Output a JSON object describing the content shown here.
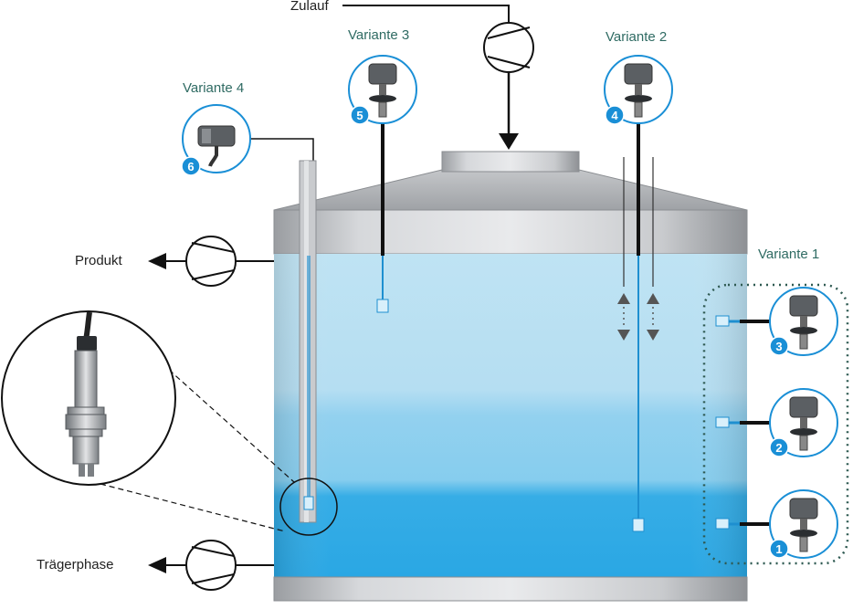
{
  "labels": {
    "zulauf": "Zulauf",
    "produkt": "Produkt",
    "traegerphase": "Trägerphase"
  },
  "variants": {
    "v1": "Variante 1",
    "v2": "Variante 2",
    "v3": "Variante 3",
    "v4": "Variante 4"
  },
  "badges": {
    "b1": "1",
    "b2": "2",
    "b3": "3",
    "b4": "4",
    "b5": "5",
    "b6": "6"
  },
  "colors": {
    "accent_badge": "#1a8fd6",
    "circle_stroke": "#1a8fd6",
    "dotted_frame": "#2f5a52",
    "tank_steel": "#b9bcc0",
    "liquid_light": "#bfe3f3",
    "liquid_mid": "#8fd0ee",
    "liquid_dark": "#29a9e6"
  }
}
